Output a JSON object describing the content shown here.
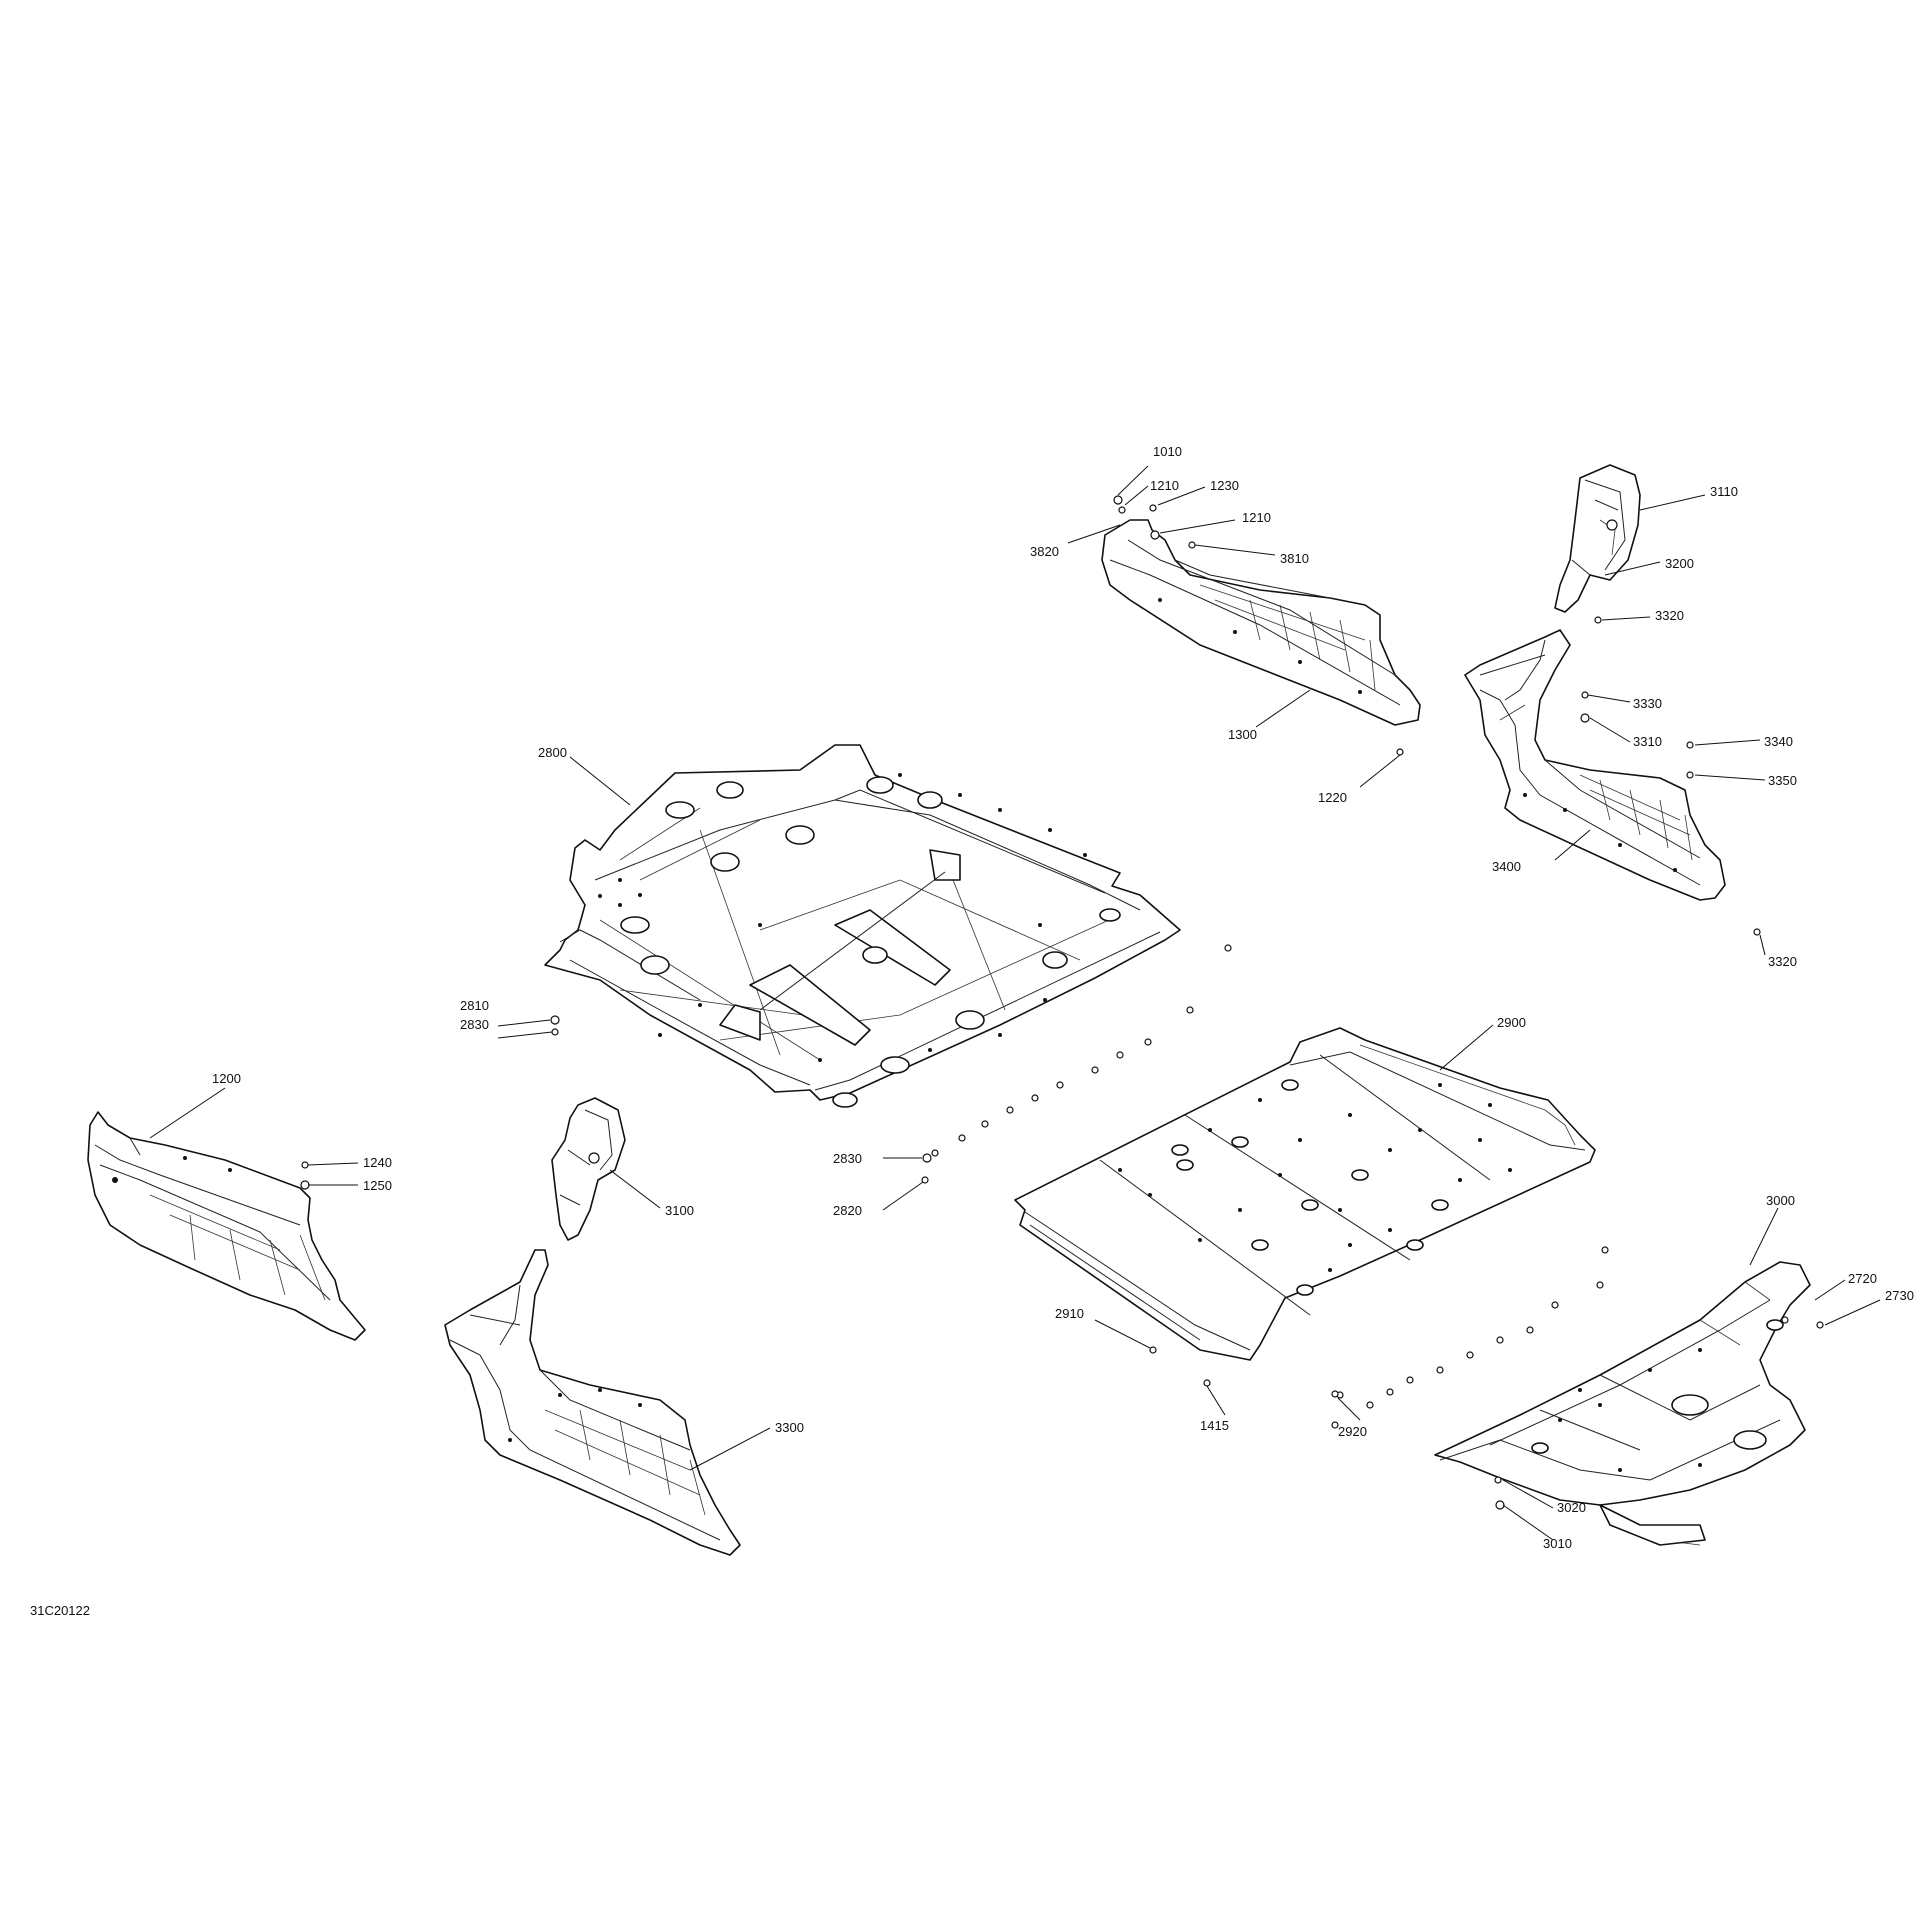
{
  "callouts": [
    {
      "id": "1010",
      "text": "1010"
    },
    {
      "id": "1210a",
      "text": "1210"
    },
    {
      "id": "1230",
      "text": "1230"
    },
    {
      "id": "1210b",
      "text": "1210"
    },
    {
      "id": "3820",
      "text": "3820"
    },
    {
      "id": "3810",
      "text": "3810"
    },
    {
      "id": "1300",
      "text": "1300"
    },
    {
      "id": "1220",
      "text": "1220"
    },
    {
      "id": "3110",
      "text": "3110"
    },
    {
      "id": "3200",
      "text": "3200"
    },
    {
      "id": "3320a",
      "text": "3320"
    },
    {
      "id": "3330",
      "text": "3330"
    },
    {
      "id": "3310",
      "text": "3310"
    },
    {
      "id": "3340",
      "text": "3340"
    },
    {
      "id": "3350",
      "text": "3350"
    },
    {
      "id": "3400",
      "text": "3400"
    },
    {
      "id": "3320b",
      "text": "3320"
    },
    {
      "id": "2800",
      "text": "2800"
    },
    {
      "id": "2830a",
      "text": "2830"
    },
    {
      "id": "2810",
      "text": "2810"
    },
    {
      "id": "1200",
      "text": "1200"
    },
    {
      "id": "1240",
      "text": "1240"
    },
    {
      "id": "1250",
      "text": "1250"
    },
    {
      "id": "3100",
      "text": "3100"
    },
    {
      "id": "2830b",
      "text": "2830"
    },
    {
      "id": "2820",
      "text": "2820"
    },
    {
      "id": "2900",
      "text": "2900"
    },
    {
      "id": "3000",
      "text": "3000"
    },
    {
      "id": "2720",
      "text": "2720"
    },
    {
      "id": "2730",
      "text": "2730"
    },
    {
      "id": "2910",
      "text": "2910"
    },
    {
      "id": "1415",
      "text": "1415"
    },
    {
      "id": "2920",
      "text": "2920"
    },
    {
      "id": "3300",
      "text": "3300"
    },
    {
      "id": "3020",
      "text": "3020"
    },
    {
      "id": "3010",
      "text": "3010"
    }
  ],
  "figure_code": "31C20122"
}
